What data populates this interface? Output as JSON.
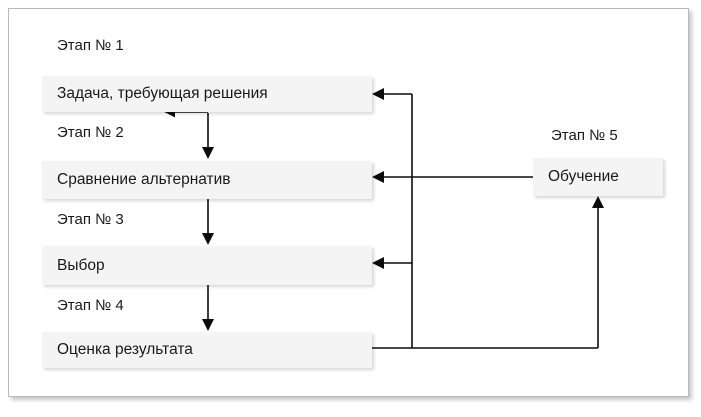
{
  "diagram": {
    "title_present": false,
    "colors": {
      "box_fill": "#f4f4f4",
      "text": "#1a1a1a",
      "line": "#000000",
      "frame_border": "#b9b9b9",
      "canvas": "#ffffff"
    },
    "stages": [
      {
        "label": "Этап № 1",
        "box": "Задача, требующая решения"
      },
      {
        "label": "Этап № 2",
        "box": "Сравнение альтернатив"
      },
      {
        "label": "Этап № 3",
        "box": "Выбор"
      },
      {
        "label": "Этап № 4",
        "box": "Оценка результата"
      },
      {
        "label": "Этап № 5",
        "box": "Обучение"
      }
    ],
    "connectors": [
      {
        "name": "stage1-to-stage2",
        "kind": "down-arrow"
      },
      {
        "name": "stage2-to-stage3",
        "kind": "down-arrow"
      },
      {
        "name": "stage3-to-stage4",
        "kind": "down-arrow"
      },
      {
        "name": "feedback-to-stage1",
        "kind": "left-arrow"
      },
      {
        "name": "feedback-to-stage2",
        "kind": "left-arrow"
      },
      {
        "name": "feedback-to-stage3",
        "kind": "left-arrow"
      },
      {
        "name": "stage4-to-training",
        "kind": "up-arrow"
      },
      {
        "name": "training-to-feedback-bus",
        "kind": "line"
      }
    ]
  }
}
